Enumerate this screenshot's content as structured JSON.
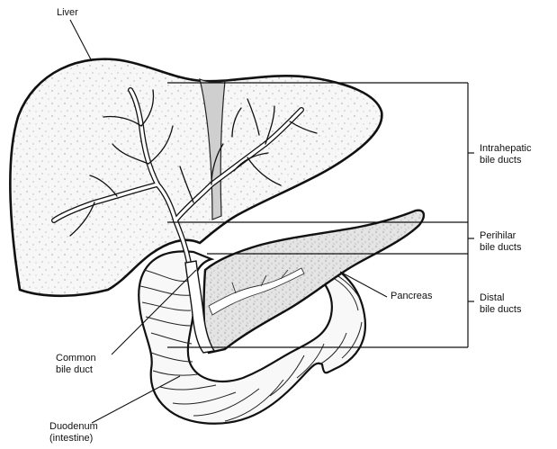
{
  "labels": {
    "liver": "Liver",
    "intrahepatic": [
      "Intrahepatic",
      "bile ducts"
    ],
    "perihilar": [
      "Perihilar",
      "bile ducts"
    ],
    "distal": [
      "Distal",
      "bile ducts"
    ],
    "pancreas": "Pancreas",
    "common_bile_duct": [
      "Common",
      "bile duct"
    ],
    "duodenum": [
      "Duodenum",
      "(intestine)"
    ]
  },
  "colors": {
    "outline": "#111111",
    "tissue_fill": "#f4f4f4",
    "stipple": "#9a9a9a",
    "pancreas_fill": "#e6e6e6",
    "duct_fill": "#ffffff",
    "gallbladder_fill": "#cfcfcf"
  }
}
